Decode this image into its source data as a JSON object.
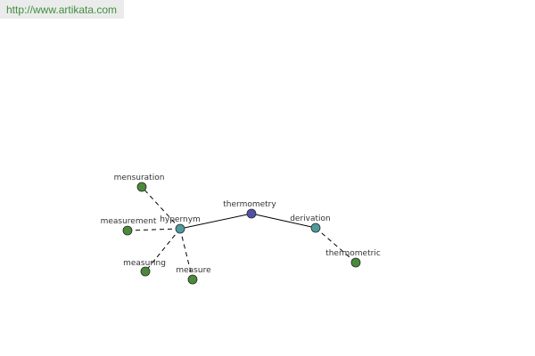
{
  "banner": {
    "url_text": "http://www.artikata.com"
  },
  "graph": {
    "colors": {
      "root": "#5050a8",
      "relation": "#4f9a9a",
      "leaf": "#4a8a3a",
      "banner_text": "#3f8f3f",
      "banner_bg": "#ebebeb"
    },
    "nodes": [
      {
        "id": "thermometry",
        "label": "thermometry",
        "kind": "root"
      },
      {
        "id": "hypernym",
        "label": "hypernym",
        "kind": "relation"
      },
      {
        "id": "derivation",
        "label": "derivation",
        "kind": "relation"
      },
      {
        "id": "mensuration",
        "label": "mensuration",
        "kind": "leaf"
      },
      {
        "id": "measurement",
        "label": "measurement",
        "kind": "leaf"
      },
      {
        "id": "measuring",
        "label": "measuring",
        "kind": "leaf"
      },
      {
        "id": "measure",
        "label": "measure",
        "kind": "leaf"
      },
      {
        "id": "thermometric",
        "label": "thermometric",
        "kind": "leaf"
      }
    ],
    "edges": [
      {
        "from": "thermometry",
        "to": "hypernym",
        "style": "solid"
      },
      {
        "from": "thermometry",
        "to": "derivation",
        "style": "solid"
      },
      {
        "from": "hypernym",
        "to": "mensuration",
        "style": "dashed"
      },
      {
        "from": "hypernym",
        "to": "measurement",
        "style": "dashed"
      },
      {
        "from": "hypernym",
        "to": "measuring",
        "style": "dashed"
      },
      {
        "from": "hypernym",
        "to": "measure",
        "style": "dashed"
      },
      {
        "from": "derivation",
        "to": "thermometric",
        "style": "dashed"
      }
    ]
  }
}
